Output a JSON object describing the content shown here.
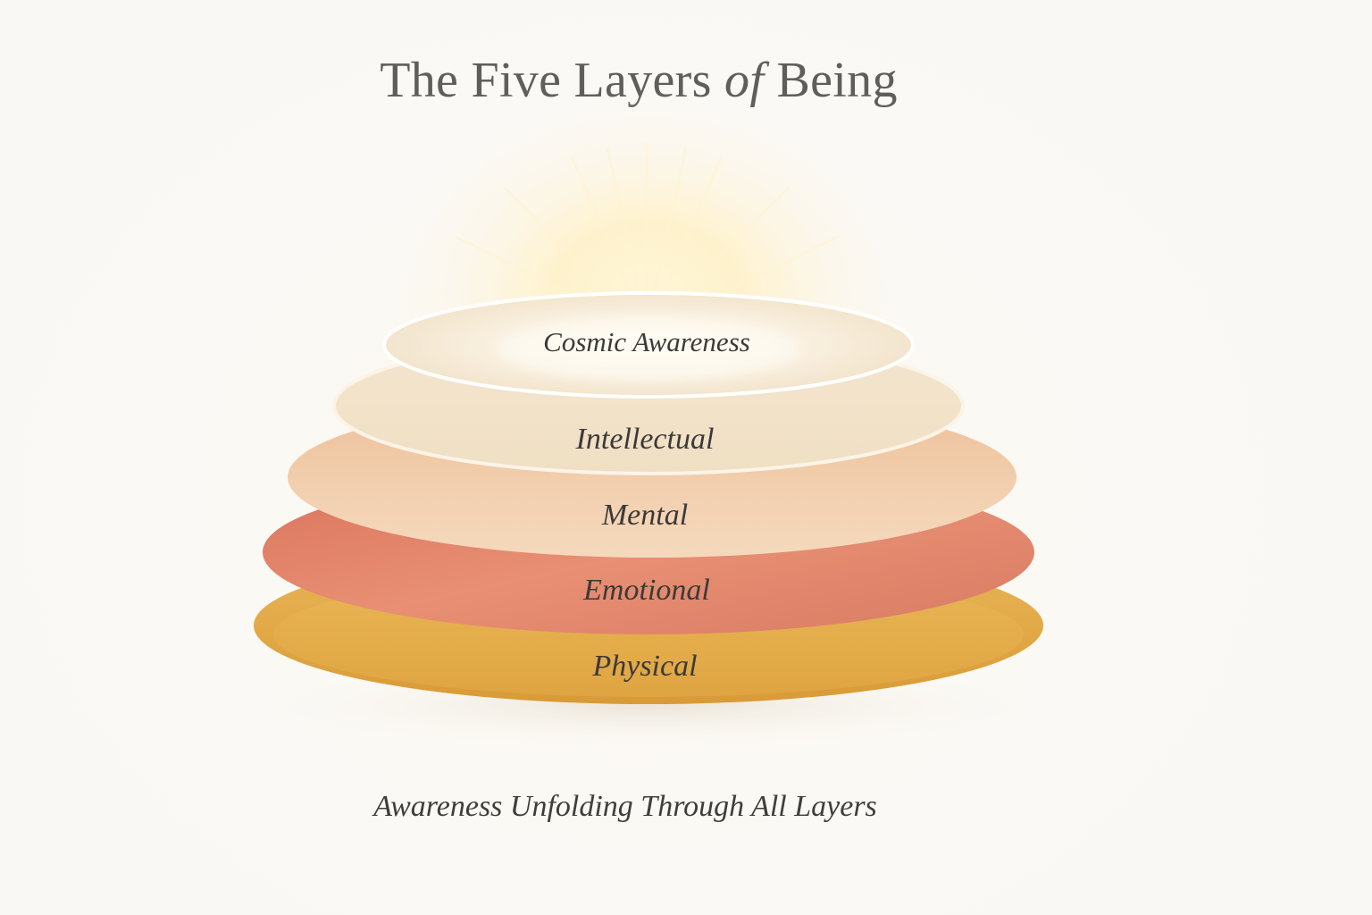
{
  "title": {
    "prefix": "The Five Layers ",
    "connector": "of",
    "suffix": " Being"
  },
  "layers": [
    {
      "label": "Cosmic Awareness",
      "color": "#f6ecdc"
    },
    {
      "label": "Intellectual",
      "color": "#f1e3cc"
    },
    {
      "label": "Mental",
      "color": "#eec6a2"
    },
    {
      "label": "Emotional",
      "color": "#e0846c"
    },
    {
      "label": "Physical",
      "color": "#e2aa48"
    }
  ],
  "caption": "Awareness Unfolding Through All Layers",
  "colors": {
    "background": "#fbf9f5",
    "glow": "#fff1c6",
    "text": "#3c3a38",
    "title": "#5f5e5a"
  }
}
